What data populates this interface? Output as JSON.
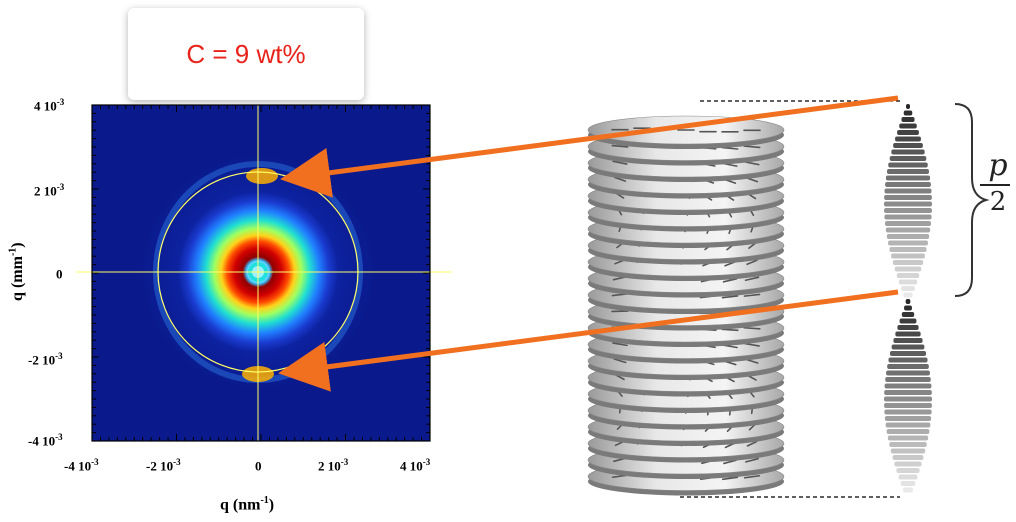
{
  "concentration_label": "C = 9 wt%",
  "plot": {
    "x_ticks": [
      "-4 10",
      "-2 10",
      "0",
      "2 10",
      "4 10"
    ],
    "x_tick_exponents": [
      "-3",
      "-3",
      "",
      "-3",
      "-3"
    ],
    "y_ticks": [
      "4 10",
      "2 10",
      "0",
      "-2 10",
      "-4 10"
    ],
    "y_tick_exponents": [
      "-3",
      "-3",
      "",
      "-3",
      "-3"
    ],
    "xlabel": "q (nm",
    "xlabel_exp": "-1",
    "xlabel_end": ")",
    "ylabel": "q (mm",
    "ylabel_exp": "-1",
    "ylabel_end": ")",
    "colors": {
      "background": "#0a1a8c",
      "ring_outer": "#3a7bff",
      "ring_mid": "#ffd21a",
      "ring_inner": "#b00000",
      "overlay": "#ffff66"
    }
  },
  "pitch_label": {
    "numerator": "p",
    "denominator": "2"
  },
  "arrow_color": "#f07020"
}
